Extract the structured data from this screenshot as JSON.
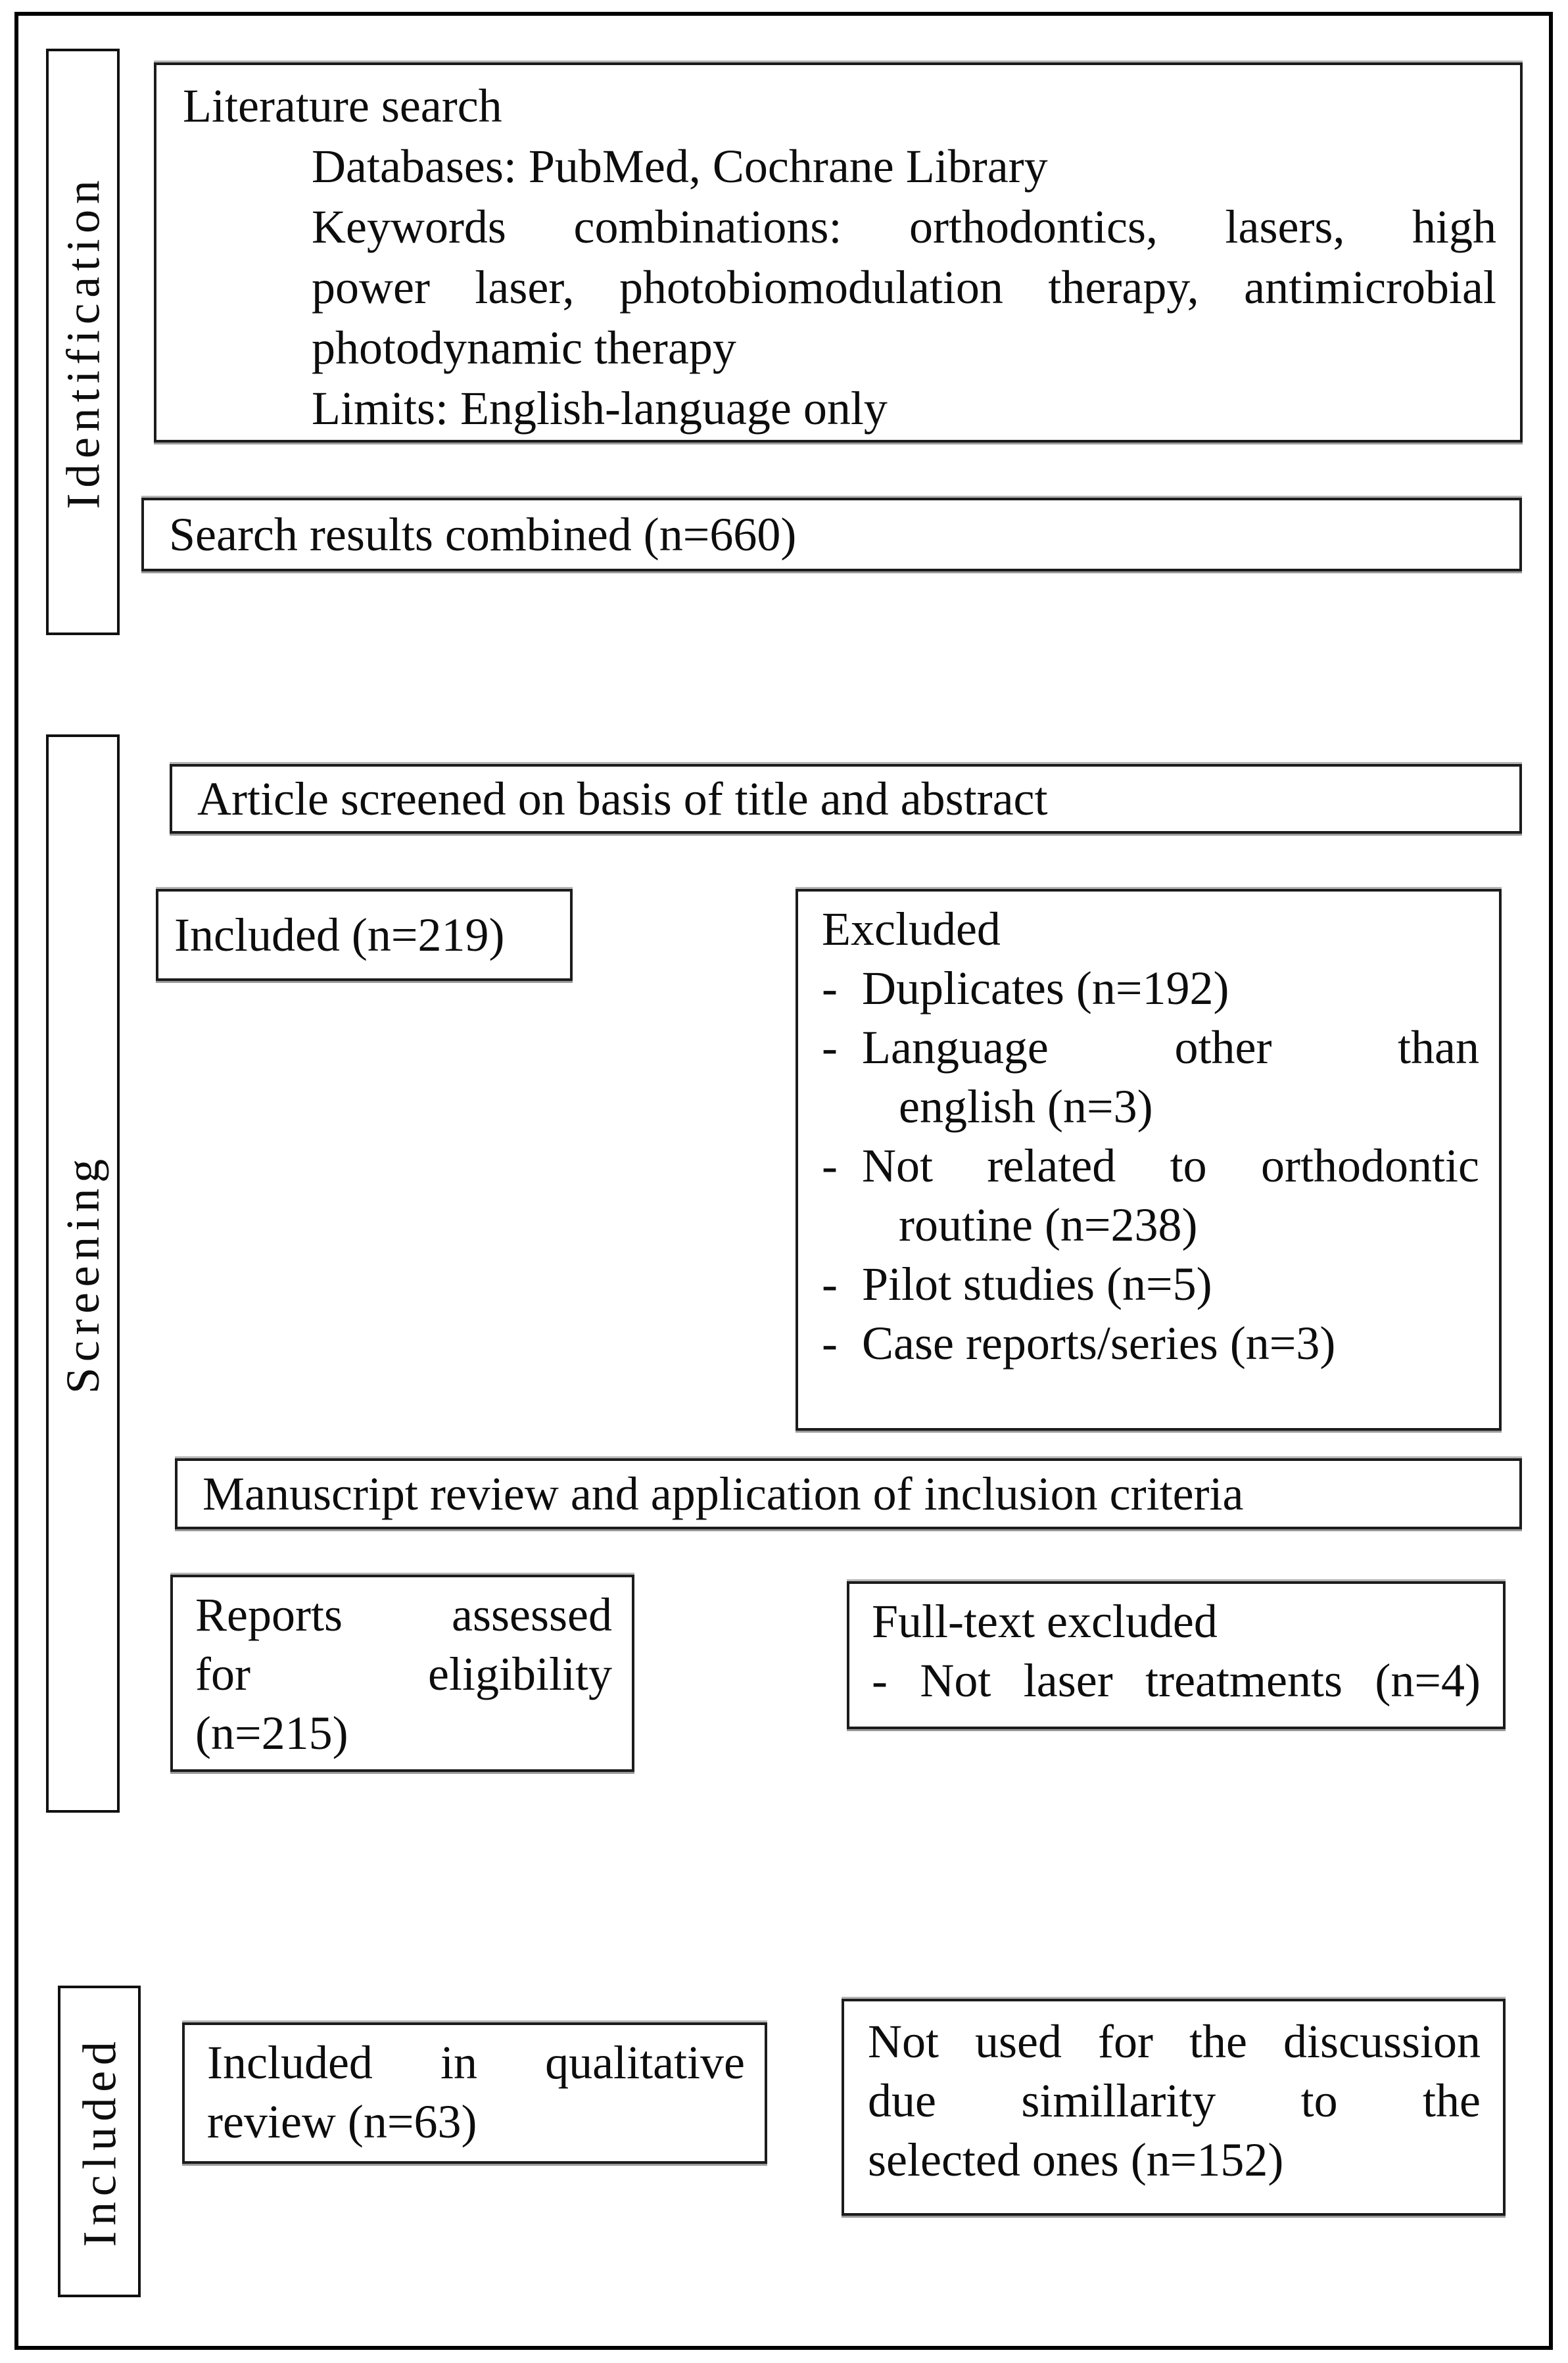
{
  "stages": {
    "identification": "Identification",
    "screening": "Screening",
    "included": "Included"
  },
  "literature": {
    "title": "Literature search",
    "databases": "Databases: PubMed, Cochrane Library",
    "keywords_line1": "Keywords combinations: orthodontics, lasers, high",
    "keywords_line2": "power laser, photobiomodulation therapy, antimicrobial",
    "keywords_line3": "photodynamic therapy",
    "limits": "Limits: English-language only"
  },
  "search_results": {
    "text": "Search results combined (n=660)"
  },
  "article_screened": {
    "text": "Article screened on basis of title and abstract"
  },
  "included_screening": {
    "text": "Included (n=219)"
  },
  "excluded": {
    "title": "Excluded",
    "items": [
      {
        "marker": "-",
        "line1": "Duplicates (n=192)"
      },
      {
        "marker": "-",
        "line1": "Language other than",
        "line2": "english (n=3)"
      },
      {
        "marker": "-",
        "line1": "Not related to orthodontic",
        "line2": "routine (n=238)"
      },
      {
        "marker": "-",
        "line1": "Pilot studies (n=5)"
      },
      {
        "marker": "-",
        "line1": "Case reports/series (n=3)"
      }
    ]
  },
  "manuscript_review": {
    "text": "Manuscript review and application of inclusion criteria"
  },
  "reports_assessed": {
    "line1": "Reports assessed",
    "line2": "for eligibility",
    "line3": "(n=215)"
  },
  "fulltext_excluded": {
    "title": "Full-text excluded",
    "line": "- Not laser treatments (n=4)"
  },
  "qualitative_included": {
    "line1": "Included in qualitative",
    "line2": "review (n=63)"
  },
  "not_used": {
    "line1": "Not used for the discussion",
    "line2": "due simillarity to the",
    "line3": "selected ones (n=152)"
  }
}
